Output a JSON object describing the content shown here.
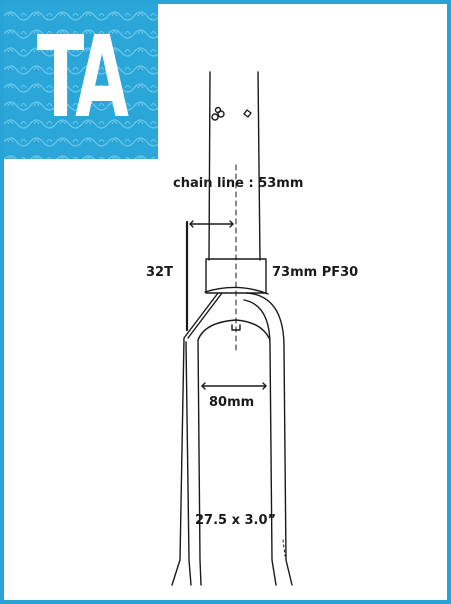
{
  "badge": {
    "text": "TA",
    "color": "#2aa6d8",
    "border_color": "#29a3d6"
  },
  "labels": {
    "chain_line": "chain line : 53mm",
    "chainring": "32T",
    "bb": "73mm PF30",
    "clearance": "80mm",
    "tire": "27.5 x 3.0”"
  }
}
